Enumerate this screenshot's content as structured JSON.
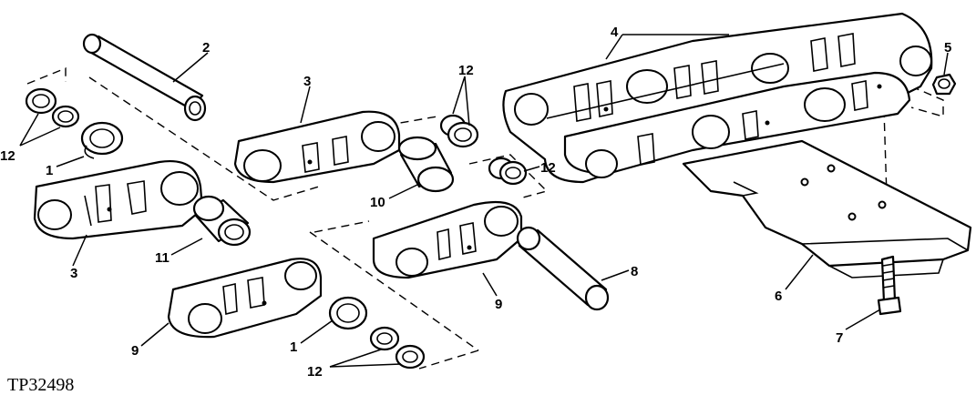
{
  "figure_id": "TP32498",
  "callouts": {
    "c1a": "1",
    "c1b": "1",
    "c2": "2",
    "c3a": "3",
    "c3b": "3",
    "c4": "4",
    "c5": "5",
    "c6": "6",
    "c7": "7",
    "c8": "8",
    "c9a": "9",
    "c9b": "9",
    "c10": "10",
    "c11": "11",
    "c12a": "12",
    "c12b": "12",
    "c12c": "12",
    "c12d": "12"
  },
  "colors": {
    "ink": "#000000",
    "paper": "#ffffff"
  }
}
